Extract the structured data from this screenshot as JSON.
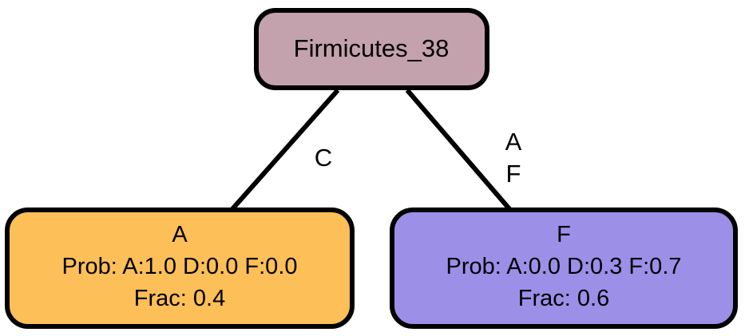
{
  "diagram": {
    "nodes": {
      "root": {
        "lines": [
          "Firmicutes_38"
        ],
        "fill": "#c4a2ad"
      },
      "left": {
        "lines": [
          "A",
          "Prob: A:1.0 D:0.0 F:0.0",
          "Frac: 0.4"
        ],
        "fill": "#fdbf57"
      },
      "right": {
        "lines": [
          "F",
          "Prob: A:0.0 D:0.3 F:0.7",
          "Frac: 0.6"
        ],
        "fill": "#9c8fe8"
      }
    },
    "edges": {
      "root_left": {
        "label_lines": [
          "C"
        ]
      },
      "root_right": {
        "label_lines": [
          "A",
          "F"
        ]
      }
    },
    "stroke_color": "#000000"
  }
}
